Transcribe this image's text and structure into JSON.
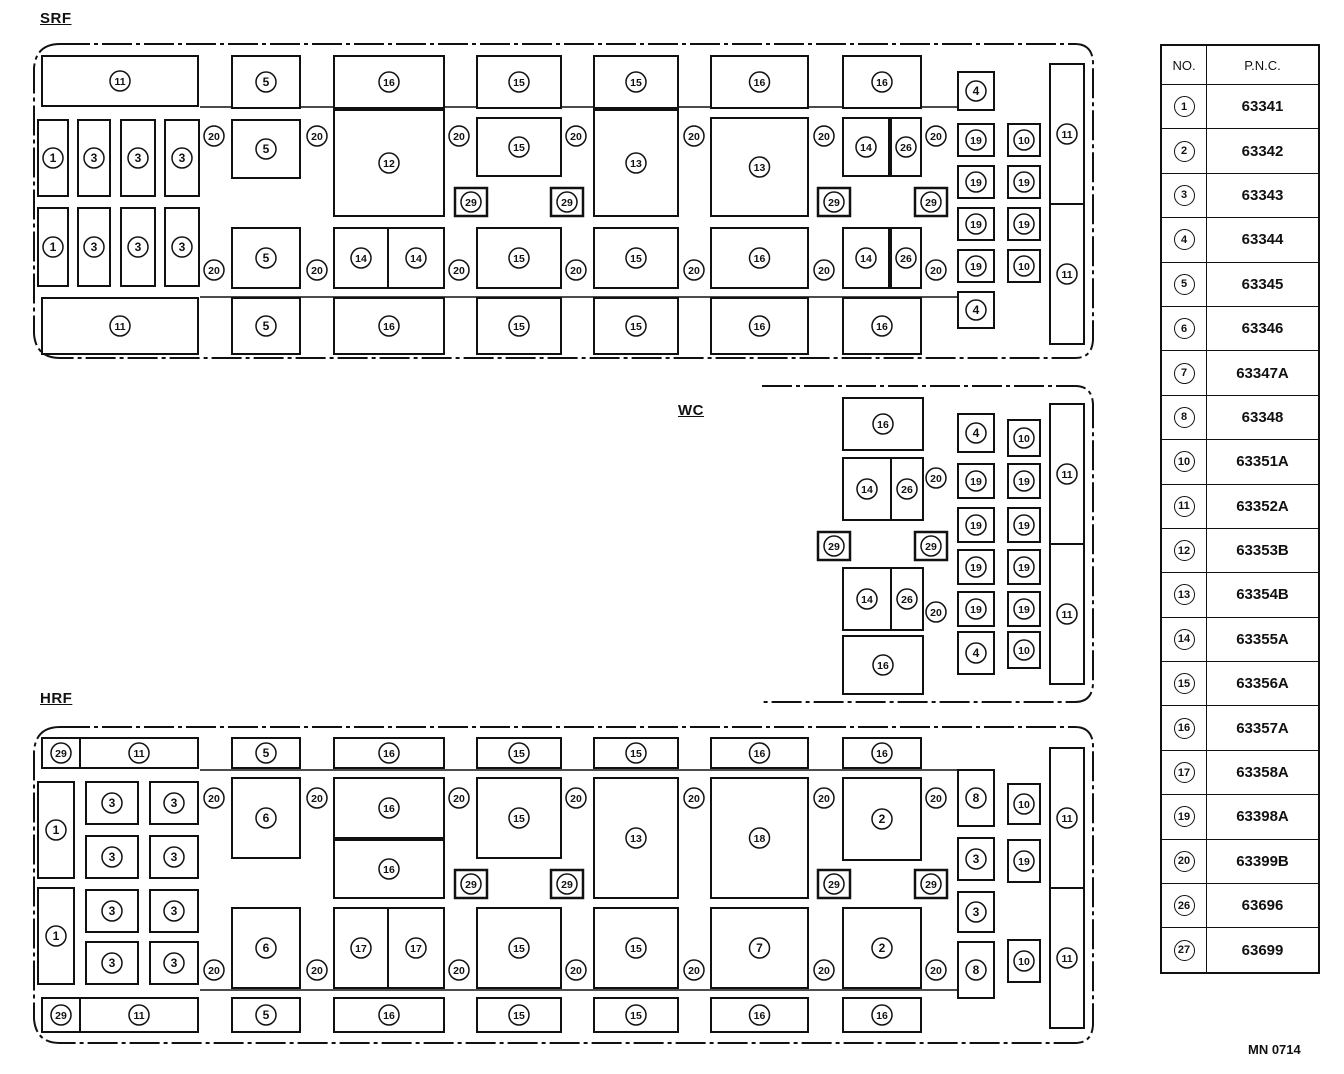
{
  "sections": [
    {
      "label": "SRF",
      "parts": [
        "11",
        "5",
        "16",
        "15",
        "15",
        "16",
        "16",
        "4",
        "1",
        "3",
        "3",
        "3",
        "20",
        "5",
        "20",
        "12",
        "20",
        "15",
        "20",
        "13",
        "20",
        "13",
        "20",
        "14",
        "26",
        "20",
        "19",
        "10",
        "19",
        "19",
        "29",
        "29",
        "29",
        "29",
        "1",
        "3",
        "3",
        "3",
        "20",
        "5",
        "20",
        "14",
        "14",
        "20",
        "15",
        "20",
        "15",
        "20",
        "16",
        "20",
        "14",
        "26",
        "20",
        "19",
        "19",
        "19",
        "10",
        "11",
        "11",
        "11",
        "5",
        "16",
        "15",
        "15",
        "16",
        "16",
        "4"
      ]
    },
    {
      "label": "WC",
      "parts": [
        "16",
        "4",
        "10",
        "14",
        "26",
        "20",
        "19",
        "19",
        "19",
        "19",
        "29",
        "29",
        "19",
        "19",
        "14",
        "26",
        "20",
        "19",
        "19",
        "16",
        "4",
        "10",
        "11",
        "11"
      ]
    },
    {
      "label": "HRF",
      "parts": [
        "29",
        "11",
        "5",
        "16",
        "15",
        "15",
        "16",
        "16",
        "1",
        "3",
        "3",
        "20",
        "6",
        "20",
        "16",
        "20",
        "15",
        "20",
        "13",
        "20",
        "18",
        "20",
        "2",
        "20",
        "8",
        "10",
        "3",
        "3",
        "16",
        "3",
        "19",
        "29",
        "29",
        "29",
        "29",
        "1",
        "3",
        "3",
        "3",
        "3",
        "3",
        "8",
        "20",
        "6",
        "20",
        "17",
        "17",
        "20",
        "15",
        "20",
        "15",
        "20",
        "7",
        "20",
        "2",
        "20",
        "10",
        "11",
        "11",
        "29",
        "11",
        "5",
        "16",
        "15",
        "15",
        "16",
        "16"
      ]
    }
  ],
  "table": {
    "header_no": "NO.",
    "header_pnc": "P.N.C.",
    "rows": [
      {
        "no": "1",
        "pnc": "63341"
      },
      {
        "no": "2",
        "pnc": "63342"
      },
      {
        "no": "3",
        "pnc": "63343"
      },
      {
        "no": "4",
        "pnc": "63344"
      },
      {
        "no": "5",
        "pnc": "63345"
      },
      {
        "no": "6",
        "pnc": "63346"
      },
      {
        "no": "7",
        "pnc": "63347A"
      },
      {
        "no": "8",
        "pnc": "63348"
      },
      {
        "no": "10",
        "pnc": "63351A"
      },
      {
        "no": "11",
        "pnc": "63352A"
      },
      {
        "no": "12",
        "pnc": "63353B"
      },
      {
        "no": "13",
        "pnc": "63354B"
      },
      {
        "no": "14",
        "pnc": "63355A"
      },
      {
        "no": "15",
        "pnc": "63356A"
      },
      {
        "no": "16",
        "pnc": "63357A"
      },
      {
        "no": "17",
        "pnc": "63358A"
      },
      {
        "no": "19",
        "pnc": "63398A"
      },
      {
        "no": "20",
        "pnc": "63399B"
      },
      {
        "no": "26",
        "pnc": "63696"
      },
      {
        "no": "27",
        "pnc": "63699"
      }
    ]
  },
  "drawing_code": "MN 0714"
}
